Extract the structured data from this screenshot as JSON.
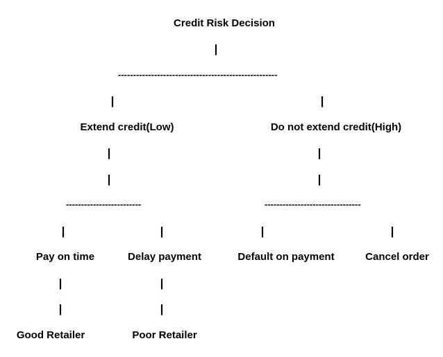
{
  "root": {
    "label": "Credit Risk Decision"
  },
  "branches": {
    "left": {
      "label": "Extend credit(Low)",
      "children": [
        {
          "label": "Pay on time",
          "outcome": "Good Retailer"
        },
        {
          "label": "Delay payment",
          "outcome": "Poor Retailer"
        }
      ]
    },
    "right": {
      "label": "Do not extend credit(High)",
      "children": [
        {
          "label": "Default on payment"
        },
        {
          "label": "Cancel order"
        }
      ]
    }
  },
  "connectors": {
    "bar": "|",
    "root_dashes": "-----------------------------------------------------",
    "left_dashes": "-------------------------",
    "right_dashes": "--------------------------------"
  }
}
